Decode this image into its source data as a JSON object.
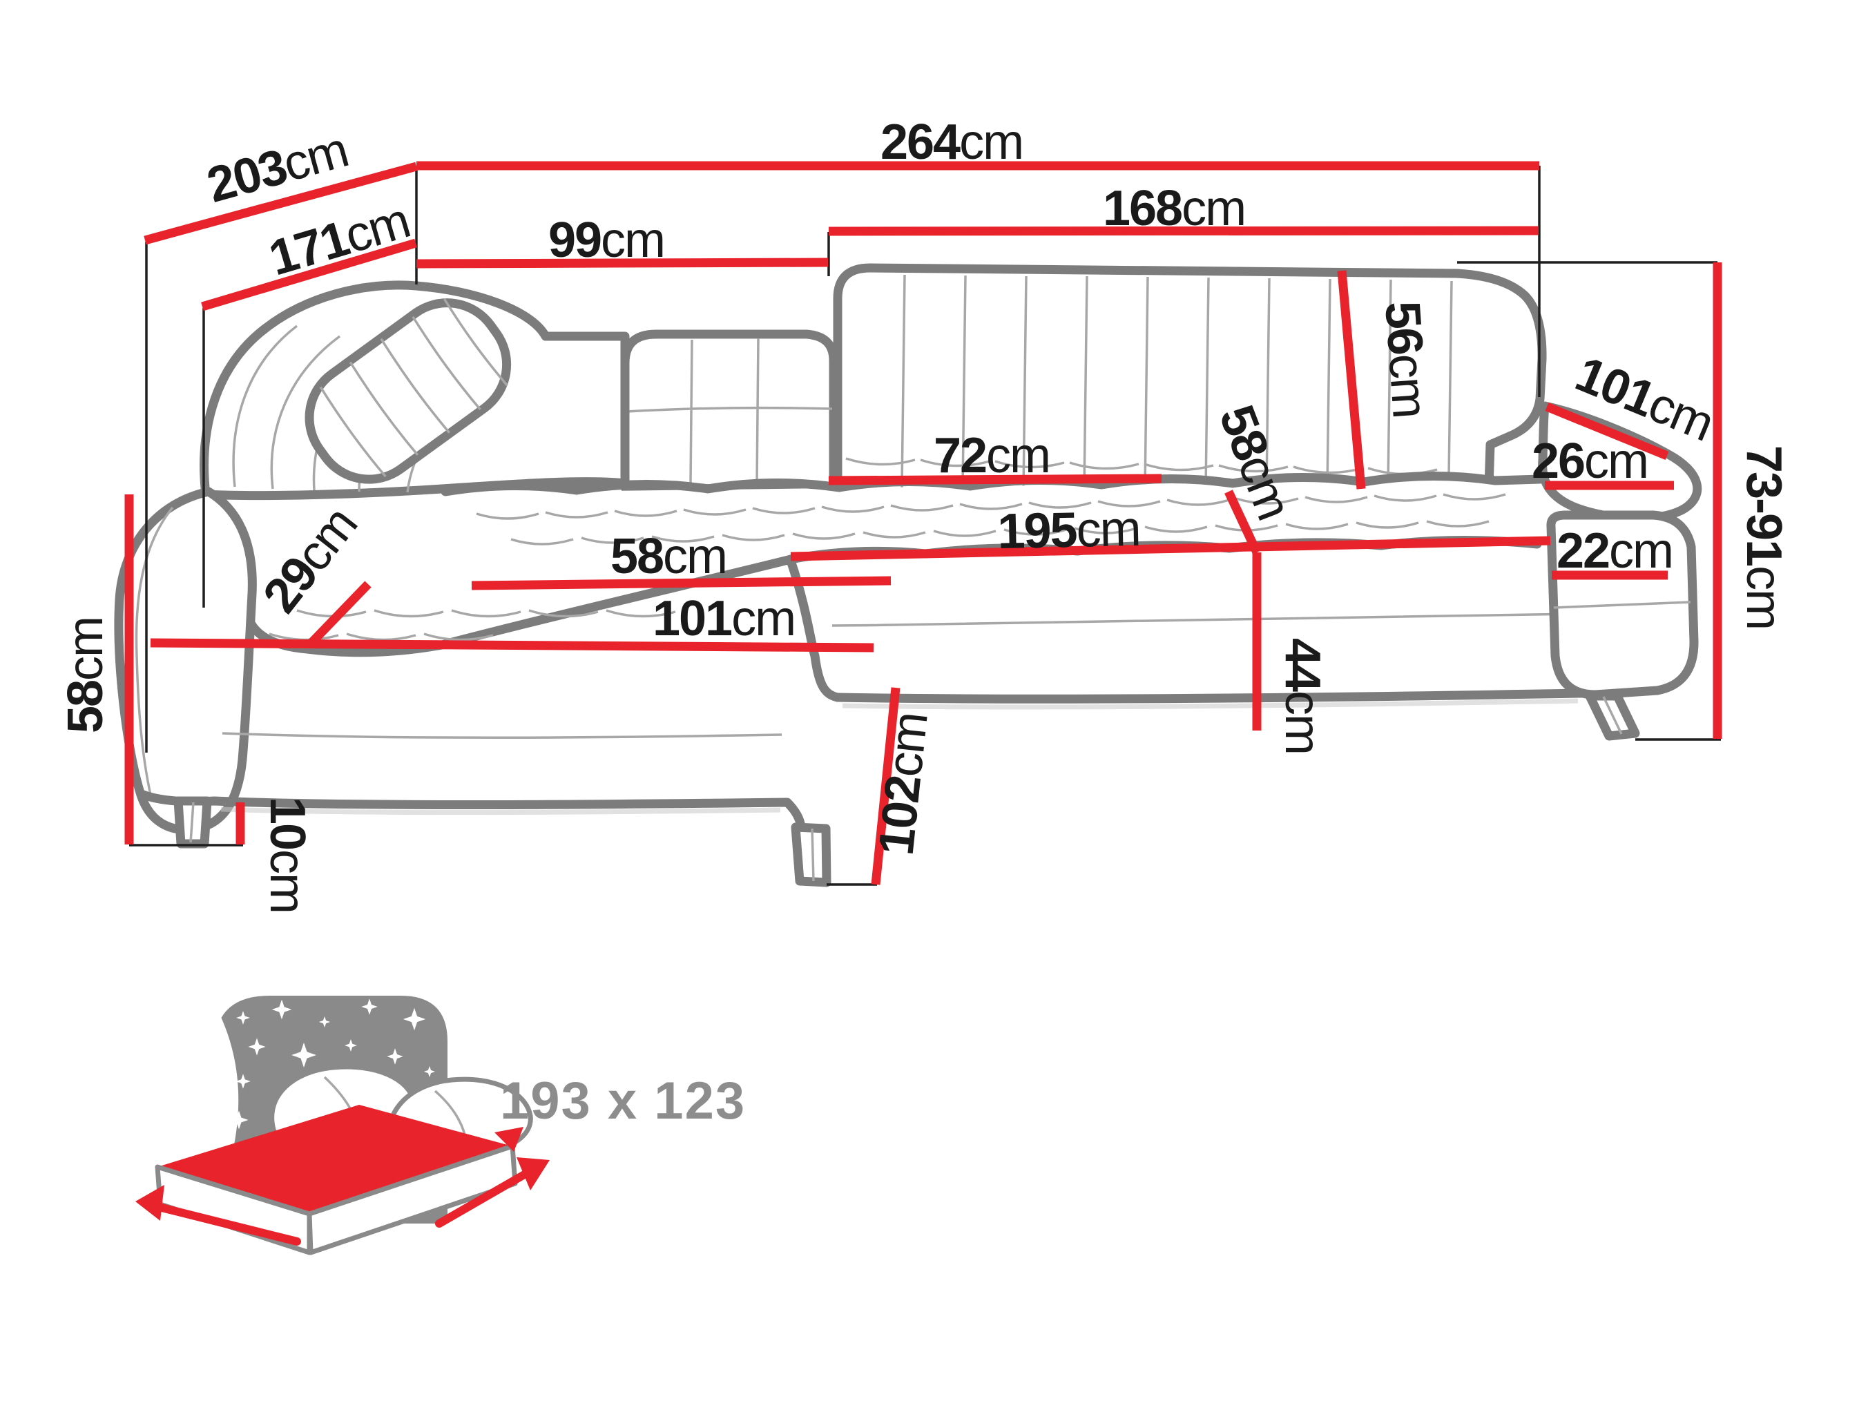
{
  "diagram_type": "corner-sofa dimension drawing",
  "colors": {
    "dimension_line": "#e8232b",
    "dimension_text": "#1a1a1a",
    "sofa_outline": "#7c7c7c",
    "extension_line": "#1f1f1f",
    "bed_icon_gray": "#8a8a8a",
    "bed_icon_red": "#e8232b",
    "background": "#ffffff"
  },
  "dims": {
    "total_width": {
      "value": "264",
      "unit": "cm"
    },
    "total_depth": {
      "value": "203",
      "unit": "cm"
    },
    "inner_depth": {
      "value": "171",
      "unit": "cm"
    },
    "back_section_left": {
      "value": "99",
      "unit": "cm"
    },
    "back_section_right": {
      "value": "168",
      "unit": "cm"
    },
    "backrest_height": {
      "value": "56",
      "unit": "cm"
    },
    "armrest_length": {
      "value": "101",
      "unit": "cm"
    },
    "armrest_top_width": {
      "value": "26",
      "unit": "cm"
    },
    "overall_height": {
      "value": "73-91",
      "unit": "cm"
    },
    "armrest_front_height": {
      "value": "22",
      "unit": "cm"
    },
    "seat_depth": {
      "value": "72",
      "unit": "cm"
    },
    "seat_back_diagonal": {
      "value": "58",
      "unit": "cm"
    },
    "seat_width": {
      "value": "195",
      "unit": "cm"
    },
    "seat_height": {
      "value": "44",
      "unit": "cm"
    },
    "chaise_seat_width": {
      "value": "58",
      "unit": "cm"
    },
    "chaise_corner_diagonal": {
      "value": "29",
      "unit": "cm"
    },
    "chaise_length": {
      "value": "101",
      "unit": "cm"
    },
    "leg_height": {
      "value": "10",
      "unit": "cm"
    },
    "chaise_front_depth": {
      "value": "102",
      "unit": "cm"
    },
    "side_height": {
      "value": "58",
      "unit": "cm"
    }
  },
  "sleeping_area": {
    "label": "193 x 123"
  }
}
